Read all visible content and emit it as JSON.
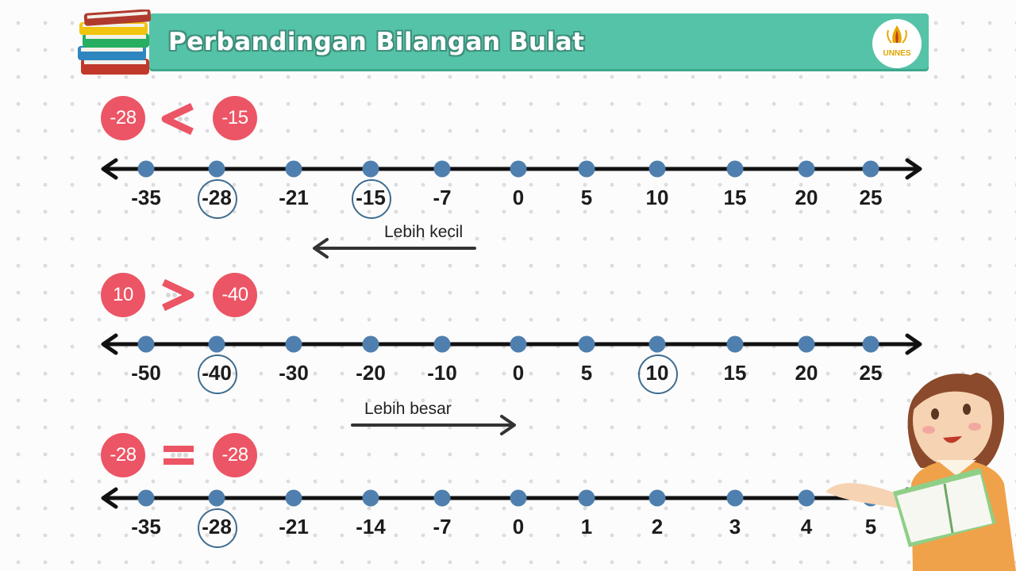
{
  "header": {
    "title": "Perbandingan Bilangan Bulat",
    "logo_text": "UNNES",
    "books_icon": "books-stack-icon"
  },
  "colors": {
    "accent": "#55c3a7",
    "badge": "#ec5565",
    "dot": "#4f7fae",
    "ring": "#3e6c8f"
  },
  "rows": [
    {
      "left": "-28",
      "operator": "<",
      "right": "-15",
      "ticks": [
        "-35",
        "-28",
        "-21",
        "-15",
        "-7",
        "0",
        "5",
        "10",
        "15",
        "20",
        "25"
      ],
      "circled": [
        "-28",
        "-15"
      ],
      "direction_label": "Lebih kecil",
      "direction": "left"
    },
    {
      "left": "10",
      "operator": ">",
      "right": "-40",
      "ticks": [
        "-50",
        "-40",
        "-30",
        "-20",
        "-10",
        "0",
        "5",
        "10",
        "15",
        "20",
        "25"
      ],
      "circled": [
        "-40",
        "10"
      ],
      "direction_label": "Lebih besar",
      "direction": "right"
    },
    {
      "left": "-28",
      "operator": "=",
      "right": "-28",
      "ticks": [
        "-35",
        "-28",
        "-21",
        "-14",
        "-7",
        "0",
        "1",
        "2",
        "3",
        "4",
        "5"
      ],
      "circled": [
        "-28"
      ]
    }
  ]
}
